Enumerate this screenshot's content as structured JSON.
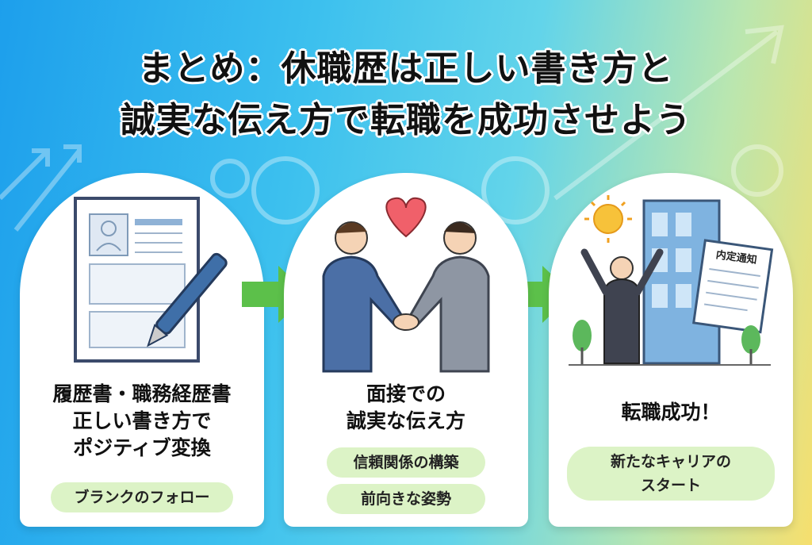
{
  "title": {
    "line1": "まとめ：休職歴は正しい書き方と",
    "line2": "誠実な伝え方で転職を成功させよう"
  },
  "steps": [
    {
      "heading": [
        "履歴書・職務経歴書",
        "正しい書き方で",
        "ポジティブ変換"
      ],
      "pills": [
        "ブランクのフォロー"
      ],
      "icon": "resume-pen-icon"
    },
    {
      "heading": [
        "面接での",
        "誠実な伝え方"
      ],
      "pills": [
        "信頼関係の構築",
        "前向きな姿勢"
      ],
      "icon": "handshake-icon"
    },
    {
      "heading": [
        "転職成功！"
      ],
      "pills": [
        "新たなキャリアのスタート"
      ],
      "pill_lines": [
        "新たなキャリアの",
        "スタート"
      ],
      "icon": "success-building-icon",
      "document_label": "内定通知"
    }
  ],
  "colors": {
    "arrow": "#5cc04a",
    "pill": "#dcf3c6",
    "heart": "#f0606a"
  }
}
